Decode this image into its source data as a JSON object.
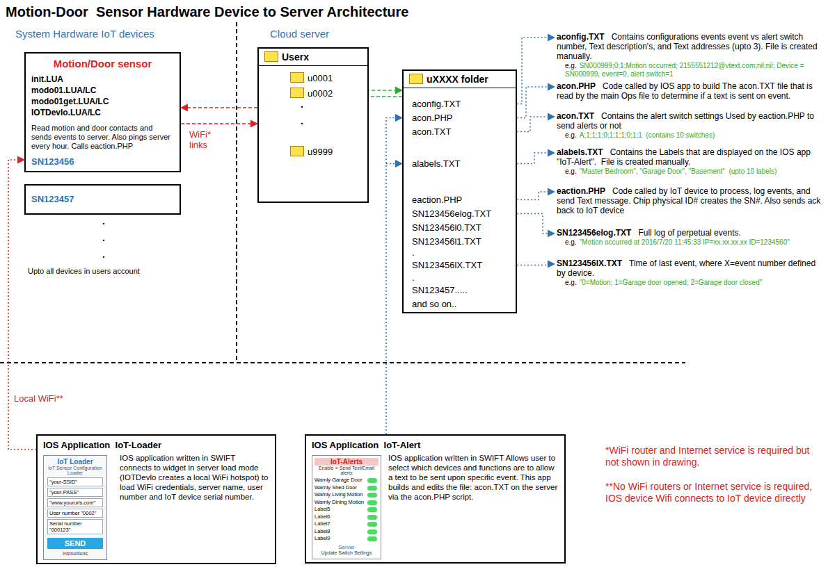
{
  "diagram": {
    "title": "Motion-Door  Sensor Hardware Device to Server Architecture",
    "nodes": [
      {
        "text": [
          "Motion/Door sensor",
          "init.LUA",
          "modo01.LUA/LC",
          "modo01get.LUA/LC",
          "IOTDevlo.LUA/LC",
          "Read motion and door contacts and sends events to server. Also pings server every hour. Calls eaction.PHP",
          "SN123456"
        ]
      },
      {
        "text": [
          "SN123457"
        ]
      },
      {
        "text": [
          "Userx"
        ]
      },
      {
        "text": [
          "u0001"
        ],
        "in": 2
      },
      {
        "text": [
          "u0002"
        ],
        "in": 2
      },
      {
        "text": [
          "u9999"
        ],
        "in": 2
      },
      {
        "text": [
          "uXXXX folder",
          "aconfig.TXT",
          "acon.PHP",
          "acon.TXT",
          "alabels.TXT",
          "eaction.PHP",
          "SN123456elog.TXT",
          "SN123456l0.TXT",
          "SN123456l1.TXT",
          ".",
          "SN123456lX.TXT",
          ".",
          "SN123457.....",
          "and so on.."
        ]
      },
      {
        "text": [
          "IOS Application  IoT-Loader",
          "IOS application written in SWIFT connects to widget in server load mode (IOTDevlo creates a local WiFi hotspot) to load WiFi credentials, server name, user number and IoT device serial number."
        ]
      },
      {
        "text": [
          "IoT Loader",
          "IoT Sensor Configuration Loader",
          "\"your-SSID\"",
          "\"your-PASS\"",
          "\"www.yoururls.com\"",
          "User number \"0002\"",
          "Serial number \"000123\"",
          "SEND",
          "Instructions"
        ],
        "in": 7
      },
      {
        "text": [
          "IOS Application  IoT-Alert",
          "IOS application written in SWIFT Allows user to select which devices and functions are to allow a text to be sent upon specific event. This app builds and edits the file: acon.TXT on the server via the acon.PHP script."
        ]
      },
      {
        "text": [
          "IoT-Alerts",
          "Enable = Send Text/Email alerts",
          "Warnly Garage Door",
          "Warnly Shed Door",
          "Warnly Living Motion",
          "Warnly Dining Motion",
          "Label5",
          "Label6",
          "Label7",
          "Label8",
          "Label9",
          "Server",
          "Update Switch Settings"
        ],
        "in": 9
      }
    ],
    "edges": [
      {
        "from": 7,
        "to": 0,
        "arrow": "to",
        "label": "Local WiFi**"
      },
      {
        "from": 2,
        "to": 0,
        "arrow": "to"
      },
      {
        "from": 0,
        "to": 2,
        "arrow": "to",
        "label": "WiFi* links"
      },
      {
        "from": 2,
        "to": 3,
        "arrow": "to"
      },
      {
        "from": 2,
        "to": 4,
        "arrow": "to"
      },
      {
        "from": 2,
        "to": 5,
        "arrow": "to"
      },
      {
        "from": 4,
        "to": 6,
        "arrow": "to"
      },
      {
        "from": 6,
        "to": 4,
        "arrow": "to"
      },
      {
        "from": 9,
        "to": 6,
        "arrow": "to"
      }
    ],
    "labels": [
      "System Hardware IoT devices",
      "Cloud server",
      ".",
      ".",
      ".",
      "Upto all devices in users account",
      ".",
      ".",
      "aconfig.TXT",
      "Contains configurations events event vs alert switch number, Text description's, and Text addresses (upto 3). File is created manually.",
      "e.g.",
      "SN000999;0;1;Motion occurred; 2155551212@vtext.com;nil;nil; Device = SN000999, event=0, alert switch=1",
      "acon.PHP",
      "Code called by IOS app to build The acon.TXT file that is read by the main Ops file to determine if a text is sent on event.",
      "acon.TXT",
      "Contains the alert switch settings Used by eaction.PHP to send alerts or not",
      "e.g.",
      "A;1;1;1;0;1;1;1;0;1;1  (contains 10 switches)",
      "alabels.TXT",
      "Contains the Labels that are displayed on the IOS app \"IoT-Alert\".  File is created manually.",
      "e.g.",
      "\"Master Bedroom\", \"Garage Door\", \"Basement\"  (upto 10 labels)",
      "eaction.PHP",
      "Code called by IoT device to process, log events, and send Text message. Chip physical ID# creates the SN#. Also sends ack back to IoT device",
      "SN123456elog.TXT",
      "Full log of perpetual events.",
      "e.g.",
      "\"Motion occurred at 2016/7/20 11:45:33 IP=xx.xx.xx.xx ID=1234560\"",
      "SN123456lX.TXT",
      "Time of last event, where X=event number defined by device.",
      "e.g.",
      "\"0=Motion; 1=Garage door opened; 2=Garage door closed\"",
      "*WiFi router and Internet service is required but not shown in drawing.",
      "**No WiFi routers or Internet service is required, IOS device Wifi connects to IoT device directly"
    ]
  }
}
